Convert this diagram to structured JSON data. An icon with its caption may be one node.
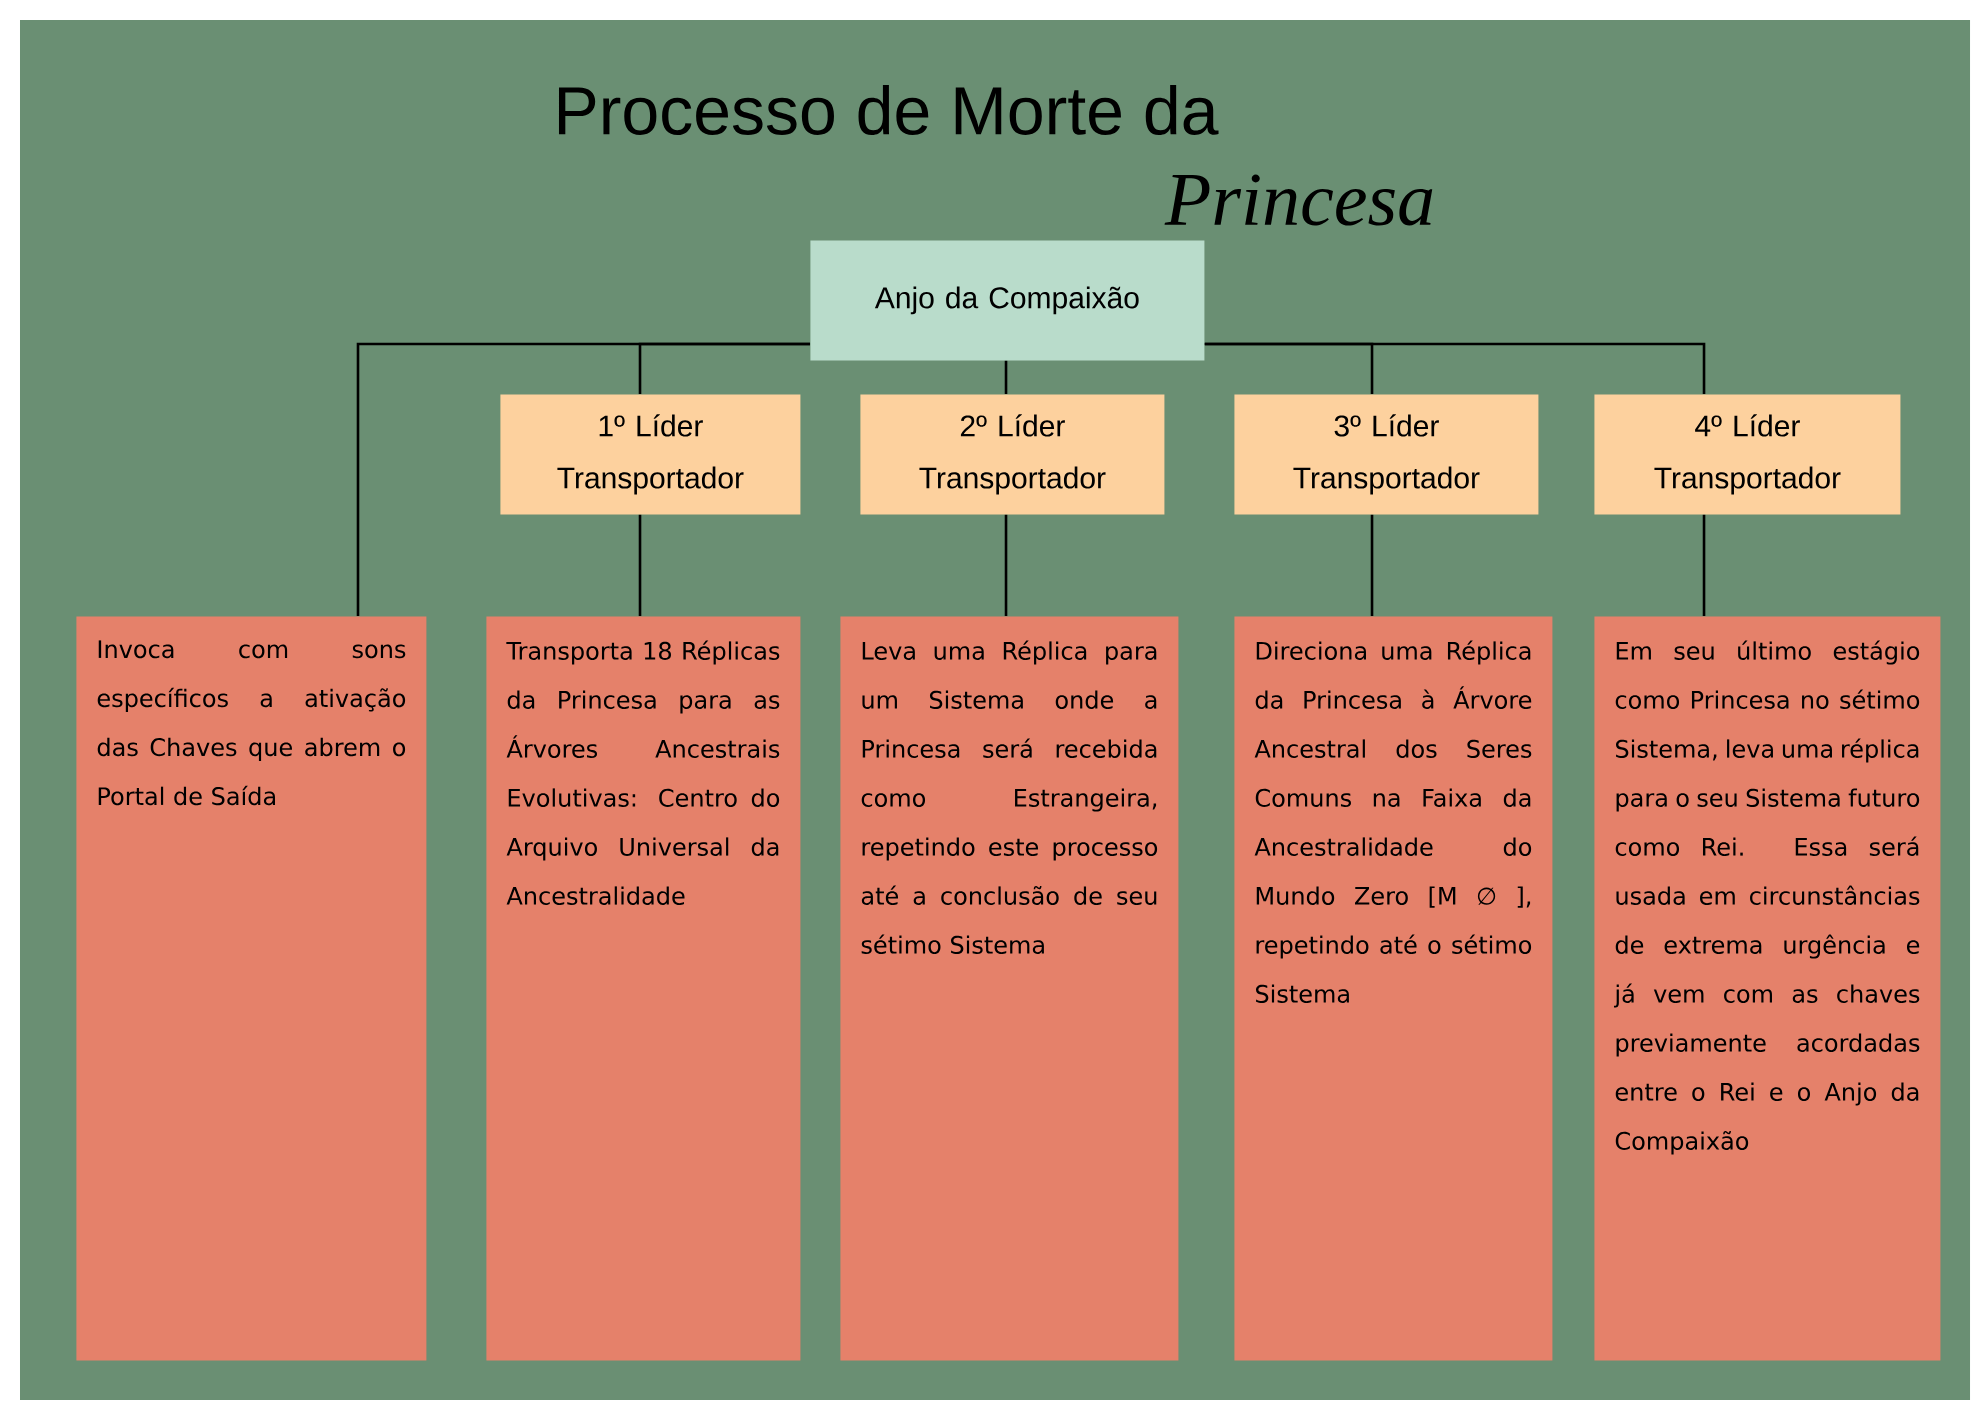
{
  "diagram": {
    "title": "Processo de Morte da",
    "nodes": [
      {
        "text": [
          "Anjo da Compaixão"
        ]
      },
      {
        "text": [
          "1º Líder Transportador"
        ]
      },
      {
        "text": [
          "2º Líder Transportador"
        ]
      },
      {
        "text": [
          "3º Líder Transportador"
        ]
      },
      {
        "text": [
          "4º Líder Transportador"
        ]
      },
      {
        "text": [
          "Invoca com sons específicos a ativação das Chaves que abrem o Portal de Saída"
        ]
      },
      {
        "text": [
          "Transporta 18 Réplicas da Princesa para as Árvores Ancestrais Evolutivas: Centro do Arquivo Universal da Ancestralidade"
        ]
      },
      {
        "text": [
          "Leva uma Réplica para um Sistema onde a Princesa será recebida como Estrangeira, repetindo este processo até a conclusão de seu sétimo Sistema"
        ]
      },
      {
        "text": [
          "Direciona uma Réplica da Princesa à Árvore Ancestral dos Seres Comuns na Faixa da Ancestralidade do Mundo Zero [M ∅ ], repetindo até o sétimo Sistema"
        ]
      },
      {
        "text": [
          "Em seu último estágio como Princesa no sétimo Sistema, leva uma réplica para o seu Sistema futuro como Rei. Essa será usada em circunstâncias de extrema urgência e já vem com as chaves previamente acordadas entre o Rei e o Anjo da Compaixão"
        ]
      }
    ],
    "edges": [
      {
        "from": 0,
        "to": 5,
        "arrow": "none"
      },
      {
        "from": 0,
        "to": 1,
        "arrow": "none"
      },
      {
        "from": 0,
        "to": 2,
        "arrow": "none"
      },
      {
        "from": 0,
        "to": 3,
        "arrow": "none"
      },
      {
        "from": 0,
        "to": 4,
        "arrow": "none"
      },
      {
        "from": 1,
        "to": 6,
        "arrow": "none"
      },
      {
        "from": 2,
        "to": 7,
        "arrow": "none"
      },
      {
        "from": 3,
        "to": 8,
        "arrow": "none"
      },
      {
        "from": 4,
        "to": 9,
        "arrow": "none"
      }
    ],
    "labels": [
      "Princesa"
    ]
  }
}
